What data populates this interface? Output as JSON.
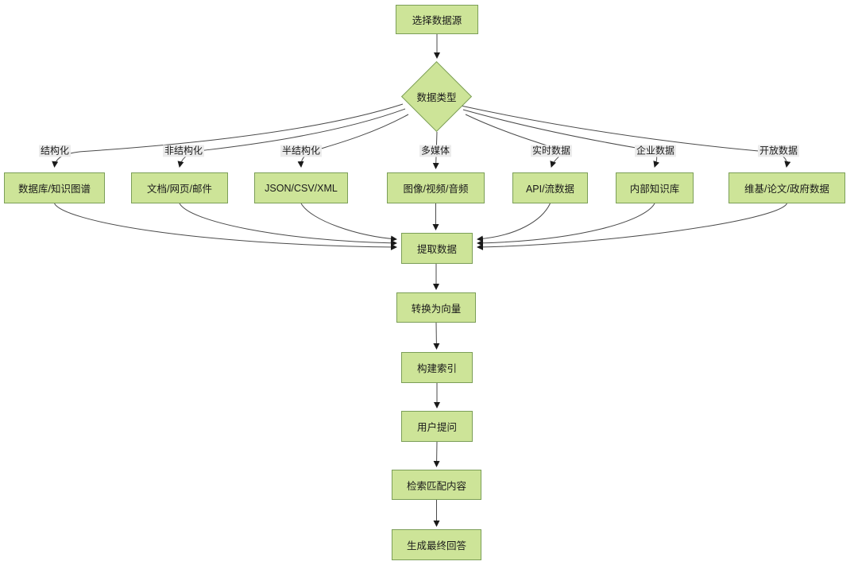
{
  "flowchart": {
    "nodes": {
      "start": "选择数据源",
      "decision": "数据类型",
      "extract": "提取数据",
      "vectorize": "转换为向量",
      "build_index": "构建索引",
      "user_question": "用户提问",
      "retrieve": "检索匹配内容",
      "answer": "生成最终回答"
    },
    "branches": [
      {
        "edge_label": "结构化",
        "node_label": "数据库/知识图谱"
      },
      {
        "edge_label": "非结构化",
        "node_label": "文档/网页/邮件"
      },
      {
        "edge_label": "半结构化",
        "node_label": "JSON/CSV/XML"
      },
      {
        "edge_label": "多媒体",
        "node_label": "图像/视频/音频"
      },
      {
        "edge_label": "实时数据",
        "node_label": "API/流数据"
      },
      {
        "edge_label": "企业数据",
        "node_label": "内部知识库"
      },
      {
        "edge_label": "开放数据",
        "node_label": "维基/论文/政府数据"
      }
    ],
    "colors": {
      "node_fill": "#cde498",
      "node_border": "#7b9e57",
      "edge": "#4a4a4a",
      "arrowhead": "#1a1a1a",
      "edge_label_bg": "#ececec",
      "text": "#1a1a1a",
      "background": "#ffffff"
    }
  }
}
